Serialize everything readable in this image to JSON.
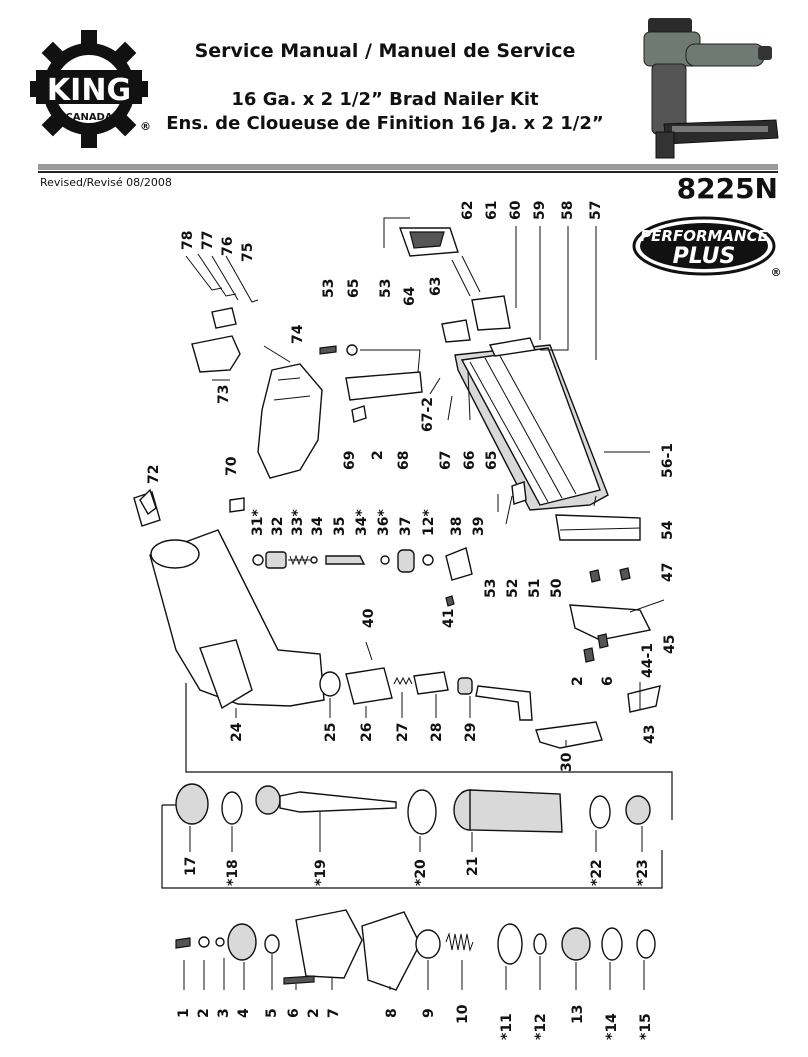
{
  "header": {
    "brand": "KING",
    "brand_sub": "CANADA",
    "registered_mark": "®",
    "title": "Service Manual / Manuel de Service",
    "subtitle_en": "16 Ga. x 2 1/2” Brad Nailer Kit",
    "subtitle_fr": "Ens. de Cloueuse de Finition 16 Ja. x 2 1/2”"
  },
  "meta": {
    "revised": "Revised/Revisé 08/2008",
    "model": "8225N"
  },
  "badge": {
    "line1": "PERFORMANCE",
    "line2": "PLUS",
    "registered_mark": "®"
  },
  "colors": {
    "rule": "#9a9a9a",
    "ink": "#111111",
    "tool_body": "#6f7a74"
  },
  "parts": {
    "p1": "1",
    "p2": "2",
    "p3": "3",
    "p4": "4",
    "p5": "5",
    "p6": "6",
    "p7": "7",
    "p8": "8",
    "p9": "9",
    "p10": "10",
    "p11": "*11",
    "p12": "*12",
    "p13": "13",
    "p14": "*14",
    "p15": "*15",
    "p17": "17",
    "p18": "*18",
    "p19": "*19",
    "p20": "*20",
    "p21": "21",
    "p22": "*22",
    "p23": "*23",
    "p24": "24",
    "p25": "25",
    "p26": "26",
    "p27": "27",
    "p28": "28",
    "p29": "29",
    "p30": "30",
    "p31": "31*",
    "p32": "32",
    "p33": "33*",
    "p34a": "34",
    "p34b": "34*",
    "p35": "35",
    "p36": "36*",
    "p37": "37",
    "p12b": "12*",
    "p38": "38",
    "p39": "39",
    "p40": "40",
    "p41": "41",
    "p53b": "53",
    "p52": "52",
    "p51": "51",
    "p50": "50",
    "p43": "43",
    "p45": "45",
    "p44_1": "44-1",
    "p6b": "6",
    "p2c": "2",
    "p47": "47",
    "p54": "54",
    "p70": "70",
    "p72": "72",
    "p69": "69",
    "p2b": "2",
    "p68": "68",
    "p67_2": "67-2",
    "p67": "67",
    "p66": "66",
    "p65b": "65",
    "p56_1": "56-1",
    "p73": "73",
    "p74": "74",
    "p78": "78",
    "p77": "77",
    "p76": "76",
    "p75": "75",
    "p53": "53",
    "p65": "65",
    "p53c": "53",
    "p64": "64",
    "p63": "63",
    "p62": "62",
    "p61": "61",
    "p60": "60",
    "p59": "59",
    "p58": "58",
    "p57": "57"
  }
}
